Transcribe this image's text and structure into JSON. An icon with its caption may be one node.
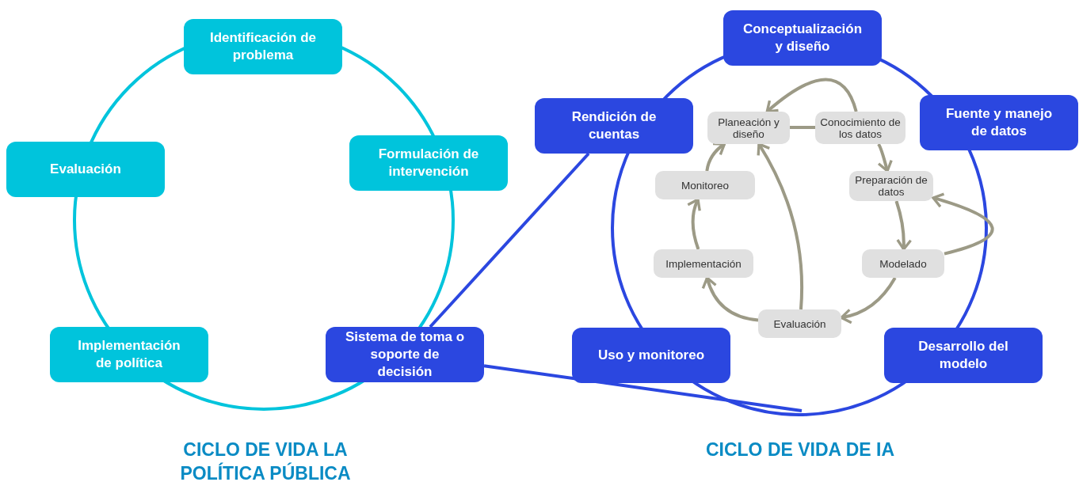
{
  "diagram": {
    "nodes": [
      {
        "text": [
          "Identificación de problema"
        ]
      },
      {
        "text": [
          "Formulación de intervención"
        ]
      },
      {
        "text": [
          "Sistema de toma o soporte de decisión"
        ]
      },
      {
        "text": [
          "Implementación de política"
        ]
      },
      {
        "text": [
          "Evaluación"
        ]
      },
      {
        "text": [
          "Conceptualización y diseño"
        ]
      },
      {
        "text": [
          "Fuente y manejo de datos"
        ]
      },
      {
        "text": [
          "Desarrollo del modelo"
        ]
      },
      {
        "text": [
          "Uso y monitoreo"
        ]
      },
      {
        "text": [
          "Rendición de cuentas"
        ]
      },
      {
        "text": [
          "Planeación y diseño"
        ]
      },
      {
        "text": [
          "Conocimiento de los datos"
        ]
      },
      {
        "text": [
          "Preparación de datos"
        ]
      },
      {
        "text": [
          "Modelado"
        ]
      },
      {
        "text": [
          "Evaluación"
        ]
      },
      {
        "text": [
          "Implementación"
        ]
      },
      {
        "text": [
          "Monitoreo"
        ]
      }
    ],
    "edges": [
      {
        "from": 10,
        "to": 11,
        "arrow": "none"
      },
      {
        "from": 11,
        "to": 10,
        "arrow": "to"
      },
      {
        "from": 11,
        "to": 12,
        "arrow": "to"
      },
      {
        "from": 12,
        "to": 13,
        "arrow": "to"
      },
      {
        "from": 13,
        "to": 12,
        "arrow": "to"
      },
      {
        "from": 13,
        "to": 14,
        "arrow": "to"
      },
      {
        "from": 14,
        "to": 15,
        "arrow": "to"
      },
      {
        "from": 15,
        "to": 16,
        "arrow": "to"
      },
      {
        "from": 16,
        "to": 10,
        "arrow": "to"
      },
      {
        "from": 14,
        "to": 10,
        "arrow": "to"
      },
      {
        "from": 2,
        "to": 9,
        "arrow": "none",
        "color": "#2b47e0"
      },
      {
        "from": 2,
        "to": null,
        "arrow": "none",
        "color": "#2b47e0"
      }
    ],
    "labels": [
      "CICLO DE VIDA LA POLÍTICA PÚBLICA",
      "CICLO DE VIDA DE IA"
    ]
  }
}
